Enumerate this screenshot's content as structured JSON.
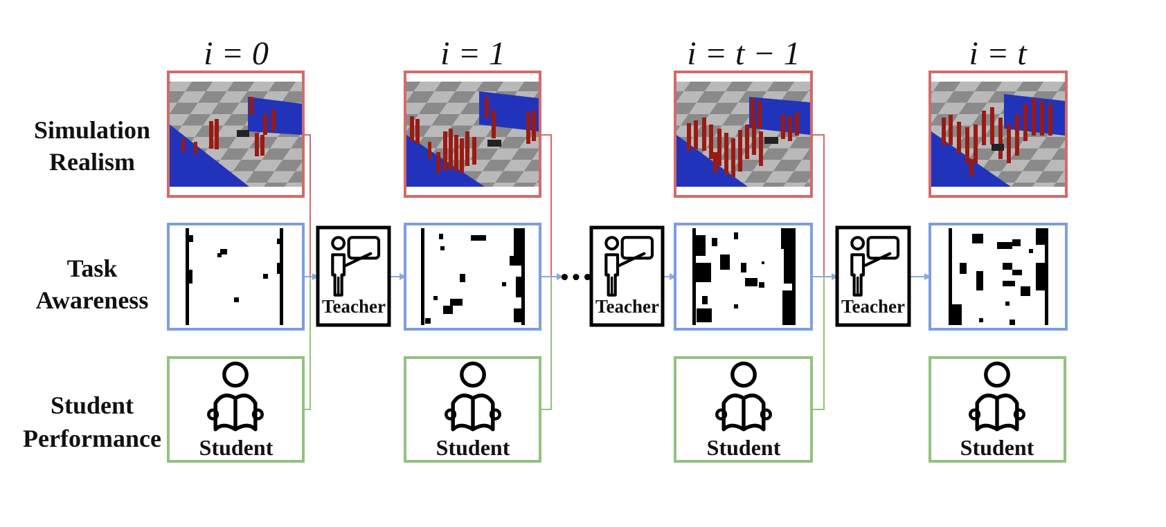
{
  "rows": {
    "sim": [
      "Simulation",
      "Realism"
    ],
    "task": [
      "Task",
      "Awareness"
    ],
    "student": [
      "Student",
      "Performance"
    ]
  },
  "steps": [
    "i = 0",
    "i = 1",
    "i = t − 1",
    "i = t"
  ],
  "teacher_label": "Teacher",
  "student_label": "Student",
  "ellipsis": "•••",
  "colors": {
    "sim_border": "#d46a6a",
    "task_border": "#7d9ee0",
    "student_border": "#92c27e",
    "arrow": "#8aa7e6"
  },
  "icons": {
    "sim_scene": "simulation-scene-image",
    "task_map": "occupancy-map-image",
    "teacher": "teacher-icon",
    "student": "student-reading-icon"
  }
}
